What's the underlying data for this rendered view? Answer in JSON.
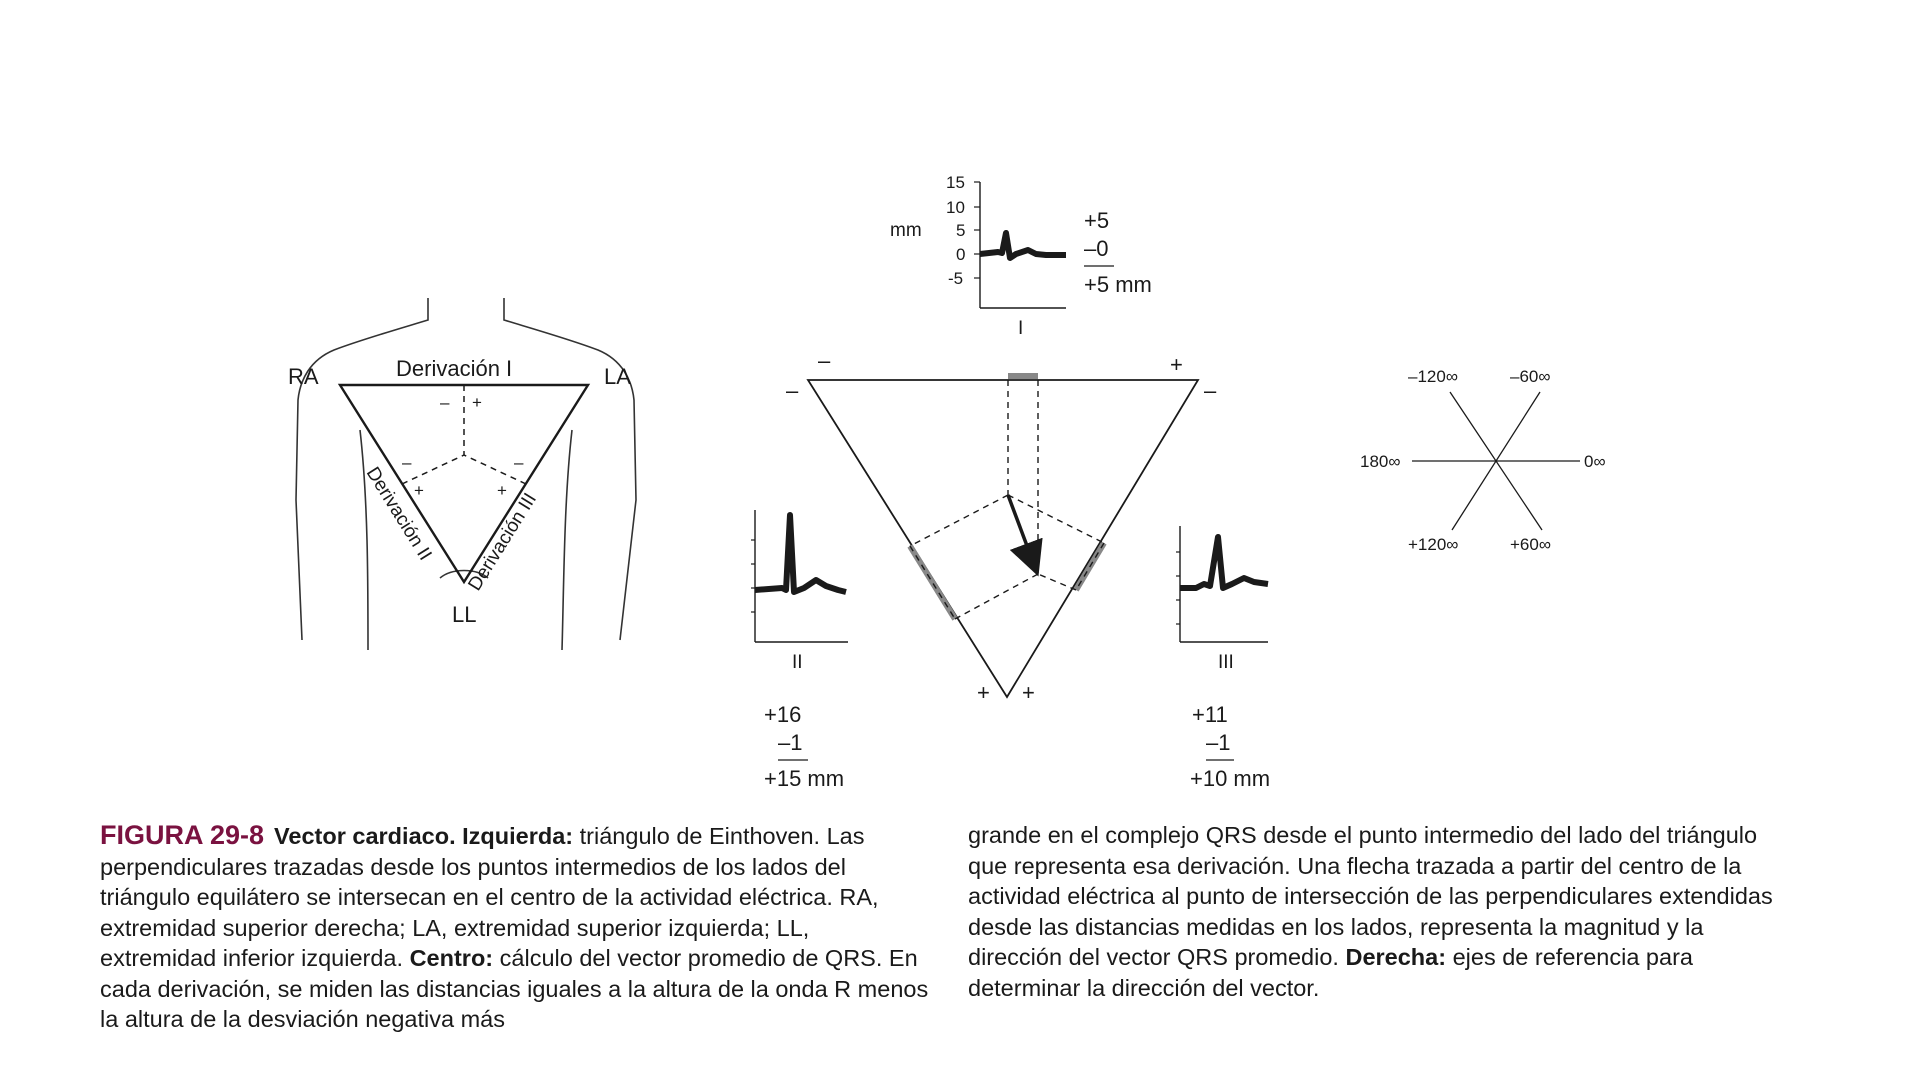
{
  "left_diagram": {
    "label_ra": "RA",
    "label_la": "LA",
    "label_ll": "LL",
    "lead_i": "Derivación I",
    "lead_ii": "Derivación II",
    "lead_iii": "Derivación III",
    "minus": "–",
    "plus": "+"
  },
  "center_diagram": {
    "unit_mm": "mm",
    "axis_ticks": [
      "15",
      "10",
      "5",
      "0",
      "-5"
    ],
    "lead_i": {
      "label": "I",
      "r": "+5",
      "neg": "–0",
      "total": "+5 mm"
    },
    "lead_ii": {
      "label": "II",
      "r": "+16",
      "neg": "–1",
      "total": "+15 mm"
    },
    "lead_iii": {
      "label": "III",
      "r": "+11",
      "neg": "–1",
      "total": "+10 mm"
    },
    "minus": "–",
    "plus": "+"
  },
  "right_diagram": {
    "labels": {
      "m120": "–120∞",
      "m60": "–60∞",
      "d180": "180∞",
      "d0": "0∞",
      "p120": "+120∞",
      "p60": "+60∞"
    }
  },
  "caption": {
    "figure_label": "FIGURA 29-8",
    "title": "Vector cardiaco.",
    "left_heading": "Izquierda:",
    "left_text": "triángulo de Einthoven. Las perpendiculares trazadas desde los puntos intermedios de los lados del triángulo equilátero se intersecan en el centro de la actividad eléctrica. RA, extremidad superior derecha; LA, extremidad superior izquierda; LL, extremidad inferior izquierda.",
    "center_heading": "Centro:",
    "center_text_a": "cálculo del vector promedio de QRS. En cada derivación, se miden las distancias iguales a la altura de la onda R menos la altura de la desviación negativa más",
    "center_text_b": "grande en el complejo QRS desde el punto intermedio del lado del triángulo que representa esa derivación. Una flecha trazada a partir del centro de la actividad eléctrica al punto de intersección de las perpendiculares extendidas desde las distancias medidas en los lados, representa la magnitud y la dirección del vector QRS promedio.",
    "right_heading": "Derecha:",
    "right_text": "ejes de referencia para determinar la dirección del vector."
  }
}
